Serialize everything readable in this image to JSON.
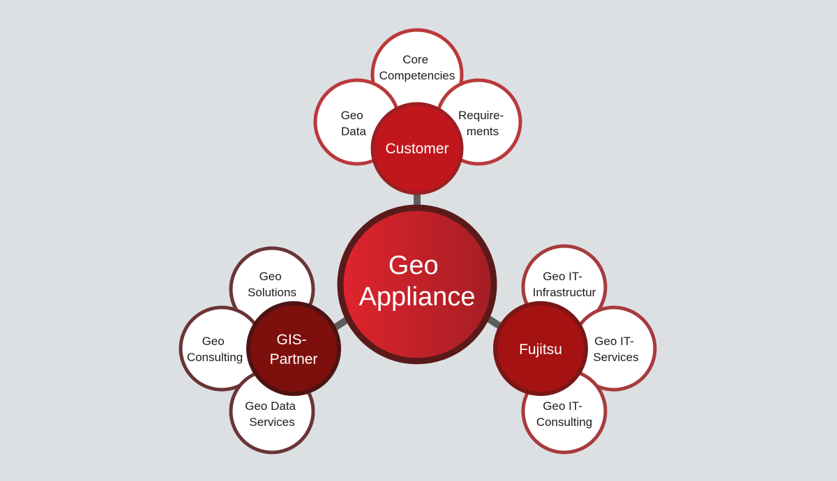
{
  "diagram": {
    "center": {
      "lines": [
        "Geo",
        "Appliance"
      ]
    },
    "groups": [
      {
        "id": "customer",
        "hub": {
          "lines": [
            "Customer"
          ]
        },
        "satellites": [
          {
            "id": "core-competencies",
            "lines": [
              "Core",
              "Competencies"
            ]
          },
          {
            "id": "geo-data",
            "lines": [
              "Geo",
              "Data"
            ]
          },
          {
            "id": "requirements",
            "lines": [
              "Require-",
              "ments"
            ]
          }
        ]
      },
      {
        "id": "gis-partner",
        "hub": {
          "lines": [
            "GIS-",
            "Partner"
          ]
        },
        "satellites": [
          {
            "id": "geo-solutions",
            "lines": [
              "Geo",
              "Solutions"
            ]
          },
          {
            "id": "geo-consulting",
            "lines": [
              "Geo",
              "Consulting"
            ]
          },
          {
            "id": "geo-data-services",
            "lines": [
              "Geo Data",
              "Services"
            ]
          }
        ]
      },
      {
        "id": "fujitsu",
        "hub": {
          "lines": [
            "Fujitsu"
          ]
        },
        "satellites": [
          {
            "id": "geo-it-infrastructure",
            "lines": [
              "Geo IT-",
              "Infrastructur"
            ]
          },
          {
            "id": "geo-it-services",
            "lines": [
              "Geo IT-",
              "Services"
            ]
          },
          {
            "id": "geo-it-consulting",
            "lines": [
              "Geo IT-",
              "Consulting"
            ]
          }
        ]
      }
    ]
  },
  "colors": {
    "background": "#dde0e3",
    "connector": "#5d5d5d",
    "center_gradient_start": "#e0242e",
    "center_gradient_end": "#a41e24",
    "center_ring": "#5a1a1a",
    "customer_hub": "#c0161c",
    "customer_ring": "#b9393c",
    "gis_partner_hub": "#7d0f0c",
    "gis_partner_ring": "#6a3436",
    "fujitsu_hub": "#a51212",
    "fujitsu_ring": "#a63b3d"
  }
}
